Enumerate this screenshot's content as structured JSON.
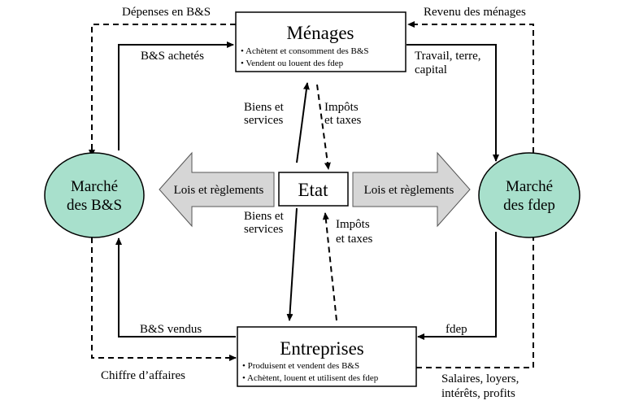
{
  "nodes": {
    "menages": {
      "title": "Ménages",
      "bullets": [
        "• Achètent et consomment des B&S",
        "• Vendent ou louent des fdep"
      ]
    },
    "entreprises": {
      "title": "Entreprises",
      "bullets": [
        "• Produisent et vendent des B&S",
        "• Achètent, louent et utilisent des fdep"
      ]
    },
    "etat": {
      "title": "Etat"
    },
    "marche_bs": {
      "line1": "Marché",
      "line2": "des B&S"
    },
    "marche_fdep": {
      "line1": "Marché",
      "line2": "des fdep"
    }
  },
  "arrows": {
    "lois_left": "Lois et règlements",
    "lois_right": "Lois et règlements"
  },
  "flows": {
    "depenses": "Dépenses en B&S",
    "revenu": "Revenu des ménages",
    "bs_achetes": "B&S achetés",
    "travail": [
      "Travail, terre,",
      "capital"
    ],
    "biens_top": [
      "Biens et",
      "services"
    ],
    "impots_top": [
      "Impôts",
      "et taxes"
    ],
    "biens_bottom": [
      "Biens et",
      "services"
    ],
    "impots_bottom": [
      "Impôts",
      "et taxes"
    ],
    "bs_vendus": "B&S vendus",
    "fdep": "fdep",
    "chiffre": "Chiffre d’affaires",
    "salaires": [
      "Salaires, loyers,",
      "intérêts, profits"
    ]
  },
  "colors": {
    "oval_fill": "#a8e0cc",
    "arrow_fill": "#d6d6d6",
    "line": "#000000"
  }
}
